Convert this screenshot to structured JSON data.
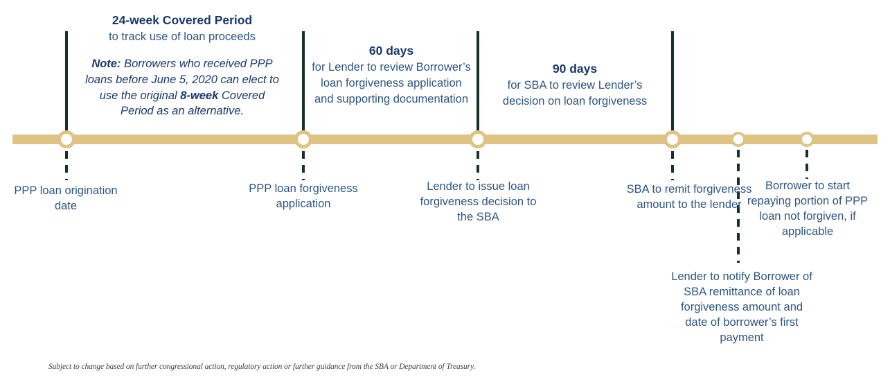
{
  "theme": {
    "axis_color": "#dfc384",
    "tick_color": "#16302b",
    "heading_color": "#19386b",
    "body_color": "#2d5580",
    "background": "#ffffff"
  },
  "above_blocks": [
    {
      "id": "covered-period",
      "heading": "24-week Covered Period",
      "subtitle": "to track use of loan proceeds",
      "note_prefix": "Note:",
      "note_part1": " Borrowers who received PPP loans before June 5, 2020 can elect to use the original ",
      "note_emphasis": "8-week",
      "note_part2": " Covered Period as an alternative."
    },
    {
      "id": "lender-review-60-days",
      "heading": "60 days",
      "body": "for Lender to review Borrower’s loan forgiveness application and supporting documentation"
    },
    {
      "id": "sba-review-90-days",
      "heading": "90 days",
      "body": "for SBA to review Lender’s decision on loan forgiveness"
    }
  ],
  "below_labels": [
    {
      "id": "ppp-loan-origination-date",
      "text": "PPP loan origination date"
    },
    {
      "id": "ppp-loan-forgiveness-application",
      "text": "PPP loan forgiveness application"
    },
    {
      "id": "lender-issue-decision",
      "text": "Lender to issue loan forgiveness decision to the SBA"
    },
    {
      "id": "sba-remit-forgiveness",
      "text": "SBA to remit forgiveness amount to the lender"
    },
    {
      "id": "borrower-start-repaying",
      "text": "Borrower to start repaying portion of PPP loan not forgiven, if applicable"
    },
    {
      "id": "lender-notify-borrower",
      "text": "Lender to notify Borrower of SBA remittance of loan forgiveness amount and date of borrower’s first payment"
    }
  ],
  "footnote": "Subject to change based on further congressional action, regulatory action or further guidance from the SBA or Department of Treasury."
}
